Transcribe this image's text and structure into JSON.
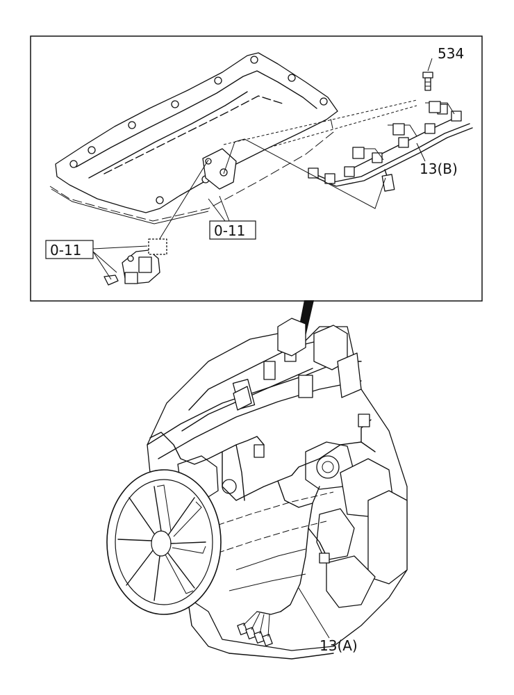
{
  "callouts": {
    "bolt_ref": "534",
    "harness_b": "13(B)",
    "ref_upper": "0-11",
    "ref_lower": "0-11",
    "harness_a": "13(A)"
  }
}
